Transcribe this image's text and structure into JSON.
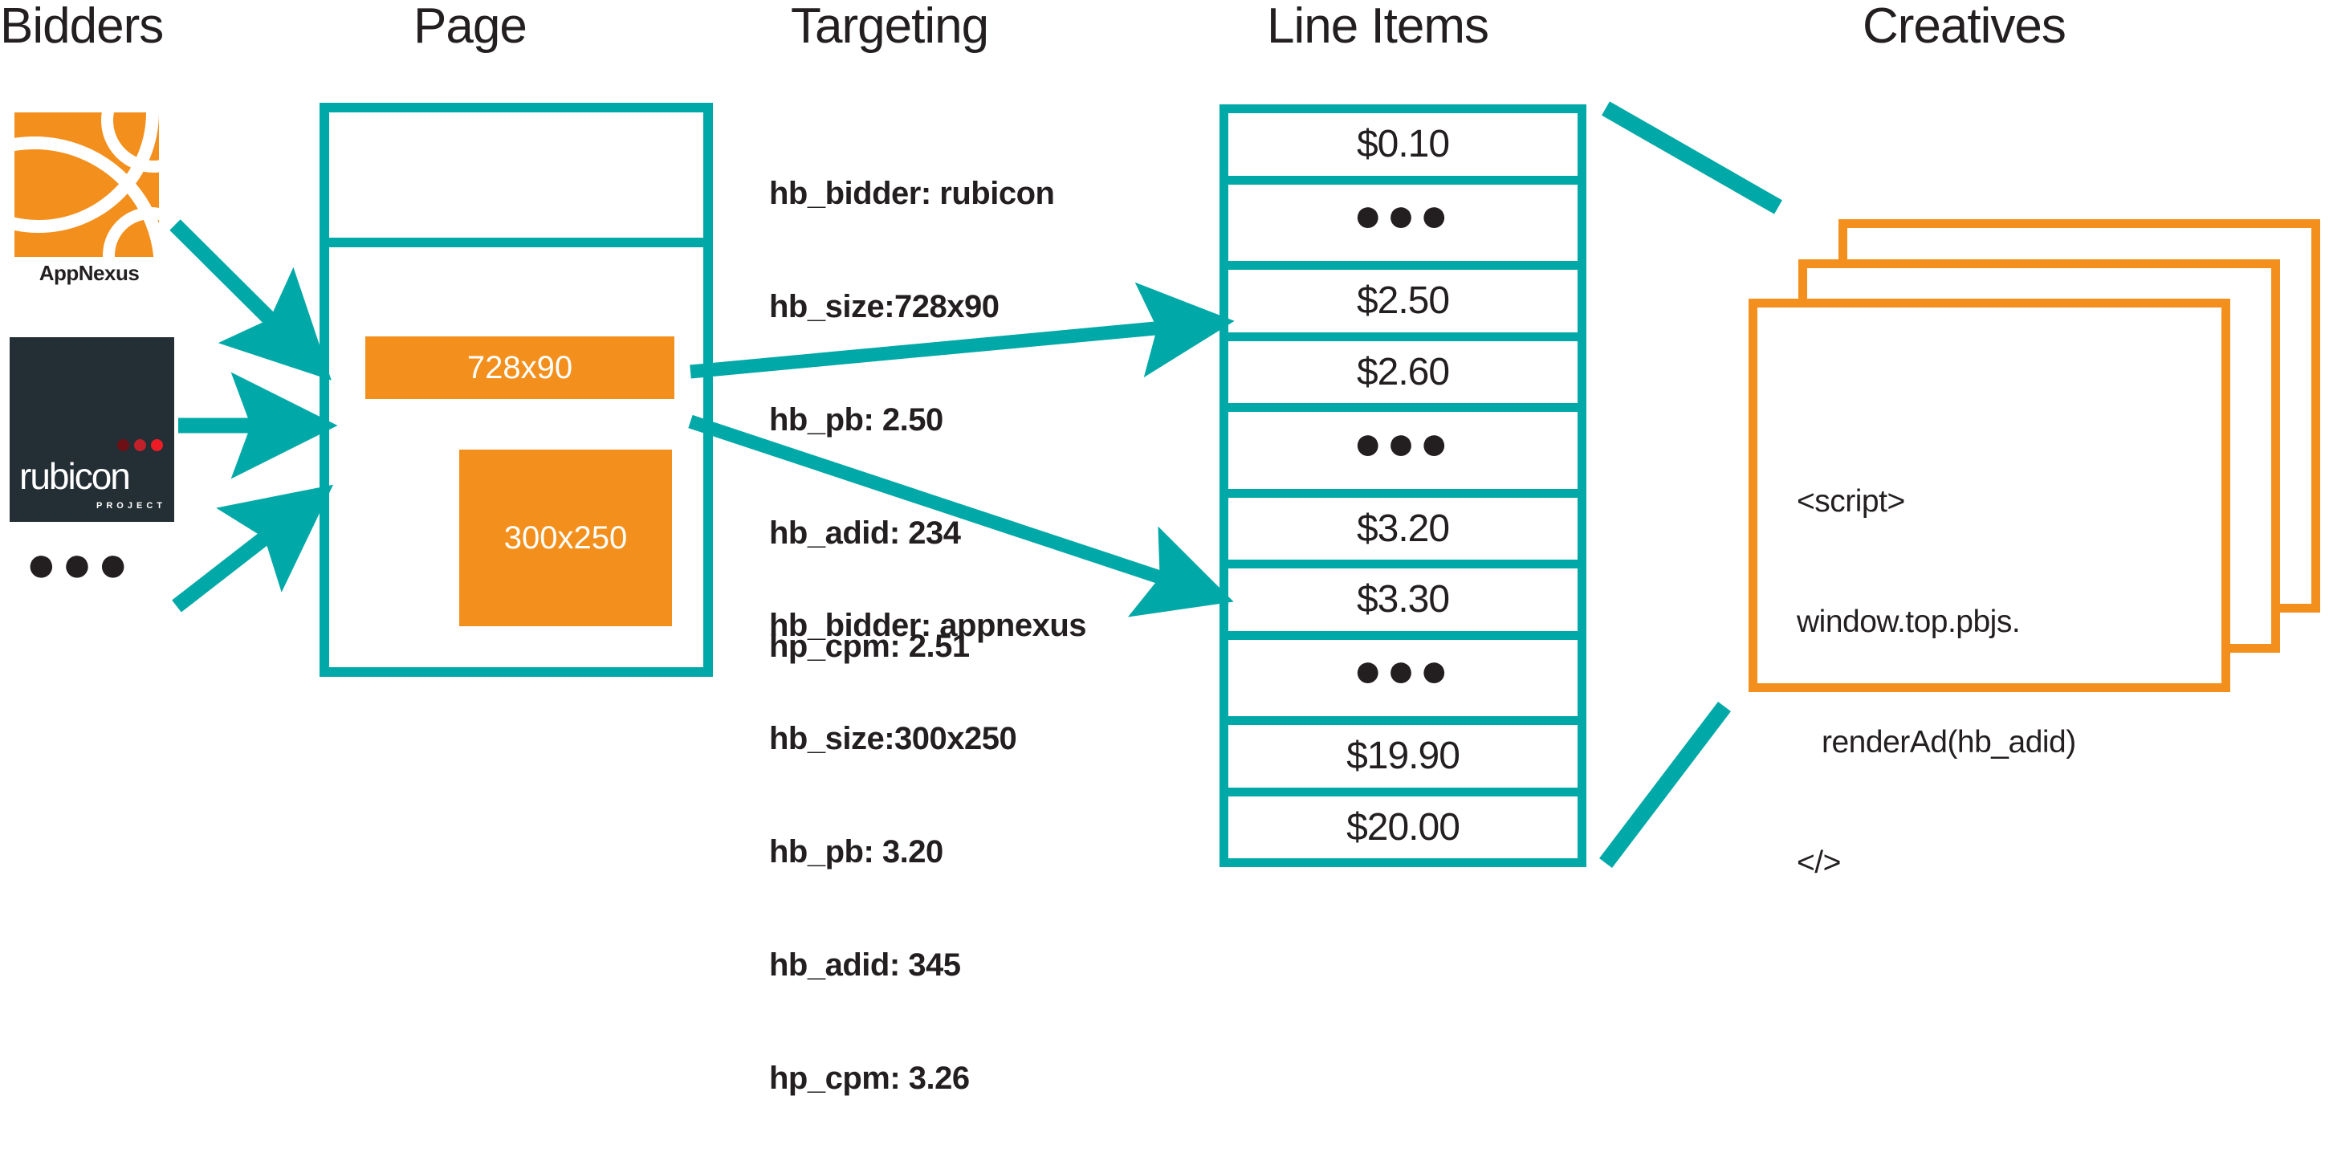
{
  "columns": [
    {
      "id": "bidders",
      "label": "Bidders"
    },
    {
      "id": "page",
      "label": "Page"
    },
    {
      "id": "targeting",
      "label": "Targeting"
    },
    {
      "id": "lineitems",
      "label": "Line Items"
    },
    {
      "id": "creatives",
      "label": "Creatives"
    }
  ],
  "bidders": {
    "appnexus": {
      "name": "AppNexus",
      "wordmark": "AppNexus",
      "logo_color": "#F3901D"
    },
    "rubicon": {
      "name": "rubicon",
      "wordmark": "rubicon",
      "sub": "PROJECT",
      "logo_bg": "#242e35"
    },
    "more": "●●●"
  },
  "page": {
    "ad_slots": [
      {
        "id": "leaderboard",
        "label": "728x90"
      },
      {
        "id": "medium-rectangle",
        "label": "300x250"
      }
    ]
  },
  "targeting": {
    "block_top": {
      "lines": [
        "hb_bidder: rubicon",
        "hb_size:728x90",
        "hb_pb: 2.50",
        "hb_adid: 234",
        "hp_cpm: 2.51"
      ]
    },
    "block_bottom": {
      "lines": [
        "hb_bidder: appnexus",
        "hb_size:300x250",
        "hb_pb: 3.20",
        "hb_adid: 345",
        "hp_cpm: 3.26"
      ]
    }
  },
  "line_items": {
    "rows": [
      {
        "label": "$0.10",
        "type": "value"
      },
      {
        "label": "●●●",
        "type": "ellipsis"
      },
      {
        "label": "$2.50",
        "type": "value",
        "highlighted": true
      },
      {
        "label": "$2.60",
        "type": "value"
      },
      {
        "label": "●●●",
        "type": "ellipsis"
      },
      {
        "label": "$3.20",
        "type": "value",
        "highlighted": true
      },
      {
        "label": "$3.30",
        "type": "value"
      },
      {
        "label": "●●●",
        "type": "ellipsis"
      },
      {
        "label": "$19.90",
        "type": "value"
      },
      {
        "label": "$20.00",
        "type": "value"
      }
    ]
  },
  "creatives": {
    "code_lines": [
      "<script>",
      "window.top.pbjs.",
      "   renderAd(hb_adid)",
      "</>"
    ]
  },
  "colors": {
    "teal": "#00a9a7",
    "orange": "#F3901D",
    "ink": "#231f20",
    "rubicon_navy": "#242e35"
  }
}
